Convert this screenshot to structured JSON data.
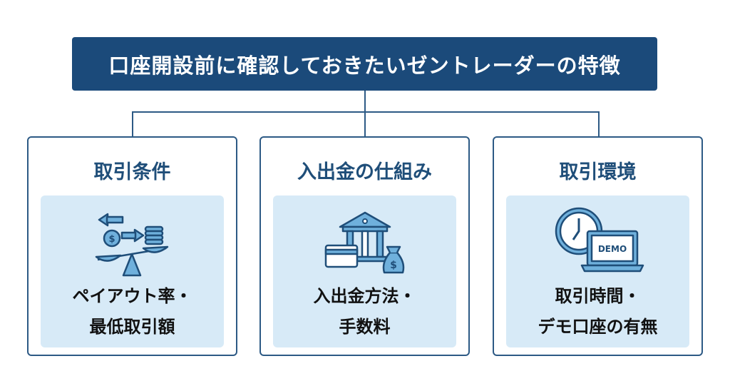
{
  "title": "口座開設前に確認しておきたいゼントレーダーの特徴",
  "colors": {
    "navy": "#1b4a7a",
    "heading": "#1f4e79",
    "panel": "#d7eaf7",
    "icon": "#6fb0dc"
  },
  "cards": [
    {
      "heading": "取引条件",
      "icon": "scale-coins-icon",
      "lines": [
        "ペイアウト率・",
        "最低取引額"
      ]
    },
    {
      "heading": "入出金の仕組み",
      "icon": "bank-card-moneybag-icon",
      "lines": [
        "入出金方法・",
        "手数料"
      ]
    },
    {
      "heading": "取引環境",
      "icon": "clock-laptop-icon",
      "lines": [
        "取引時間・",
        "デモ口座の有無"
      ],
      "demo_label": "DEMO"
    }
  ]
}
